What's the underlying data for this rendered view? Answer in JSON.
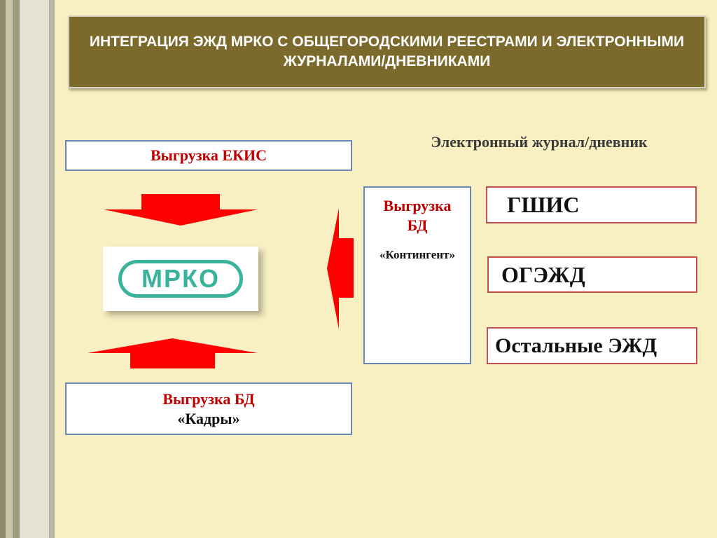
{
  "title": "ИНТЕГРАЦИЯ ЭЖД МРКО С ОБЩЕГОРОДСКИМИ РЕЕСТРАМИ И ЭЛЕКТРОННЫМИ ЖУРНАЛАМИ/ДНЕВНИКАМИ",
  "ekis": {
    "label": "Выгрузка  ЕКИС"
  },
  "kadry": {
    "title": "Выгрузка БД",
    "subtitle": "«Кадры»"
  },
  "mrko": {
    "logo_text": "МРКО"
  },
  "contingent": {
    "title": "Выгрузка БД",
    "subtitle": "«Контингент»"
  },
  "ej_heading": "Электронный журнал/дневник",
  "systems": [
    "ГШИС",
    "ОГЭЖД",
    "Остальные ЭЖД"
  ],
  "colors": {
    "title_bg": "#7b6a2c",
    "background": "#f8f0c2",
    "arrow": "#ff0000",
    "accent_red": "#c00000",
    "logo": "#3ab39b"
  }
}
